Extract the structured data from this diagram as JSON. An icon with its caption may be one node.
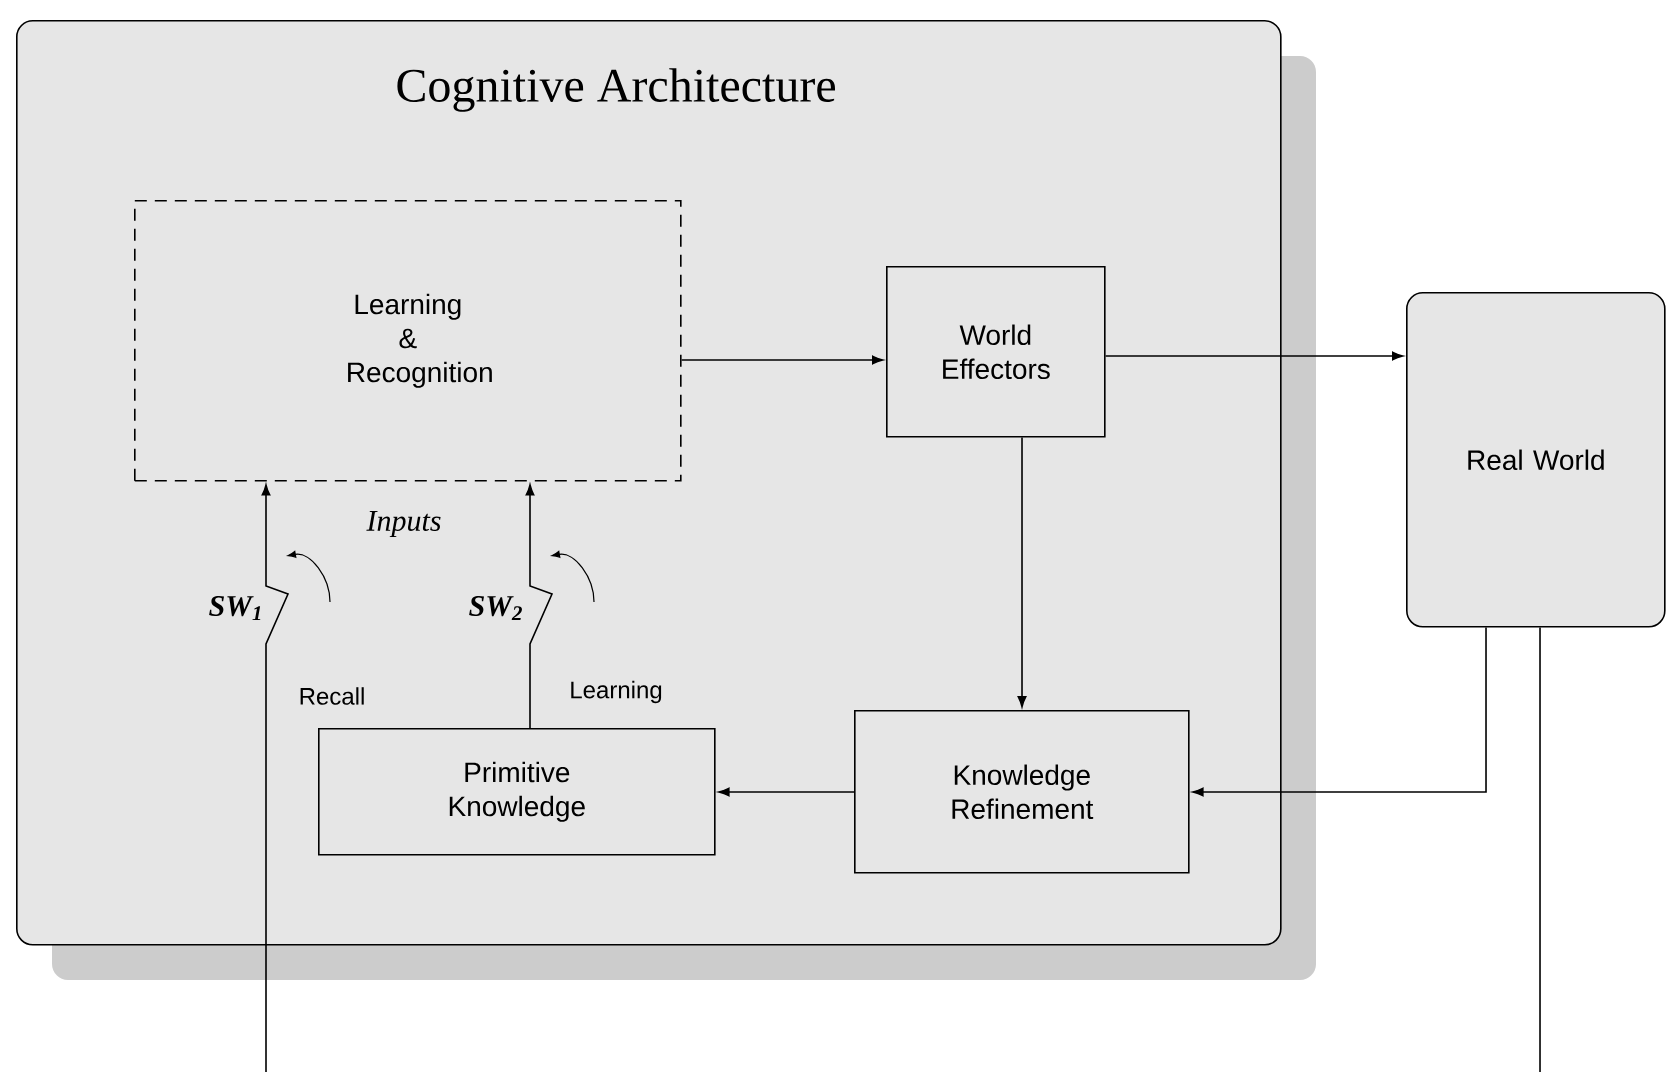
{
  "diagram": {
    "nodes": [
      {
        "text": [
          "Cognitive Architecture"
        ]
      },
      {
        "text": [
          "Learning & Recognition"
        ],
        "in": 0
      },
      {
        "text": [
          "World Effectors"
        ],
        "in": 0
      },
      {
        "text": [
          "Real World"
        ]
      },
      {
        "text": [
          "Knowledge Refinement"
        ],
        "in": 0
      },
      {
        "text": [
          "Primitive Knowledge"
        ],
        "in": 0
      }
    ],
    "edges": [
      {
        "from": 1,
        "to": 2,
        "arrow": "to"
      },
      {
        "from": 2,
        "to": 3,
        "arrow": "to"
      },
      {
        "from": 2,
        "to": 4,
        "arrow": "to"
      },
      {
        "from": 3,
        "to": 4,
        "arrow": "to"
      },
      {
        "from": 4,
        "to": 5,
        "arrow": "to"
      },
      {
        "from": null,
        "to": 1,
        "arrow": "to",
        "label": "Recall"
      },
      {
        "from": 5,
        "to": 1,
        "arrow": "to",
        "label": "Learning"
      },
      {
        "from": 3,
        "to": null,
        "arrow": "none"
      }
    ],
    "labels": [
      "Inputs",
      "SW$_{1}$",
      "SW$_{2}$"
    ]
  }
}
